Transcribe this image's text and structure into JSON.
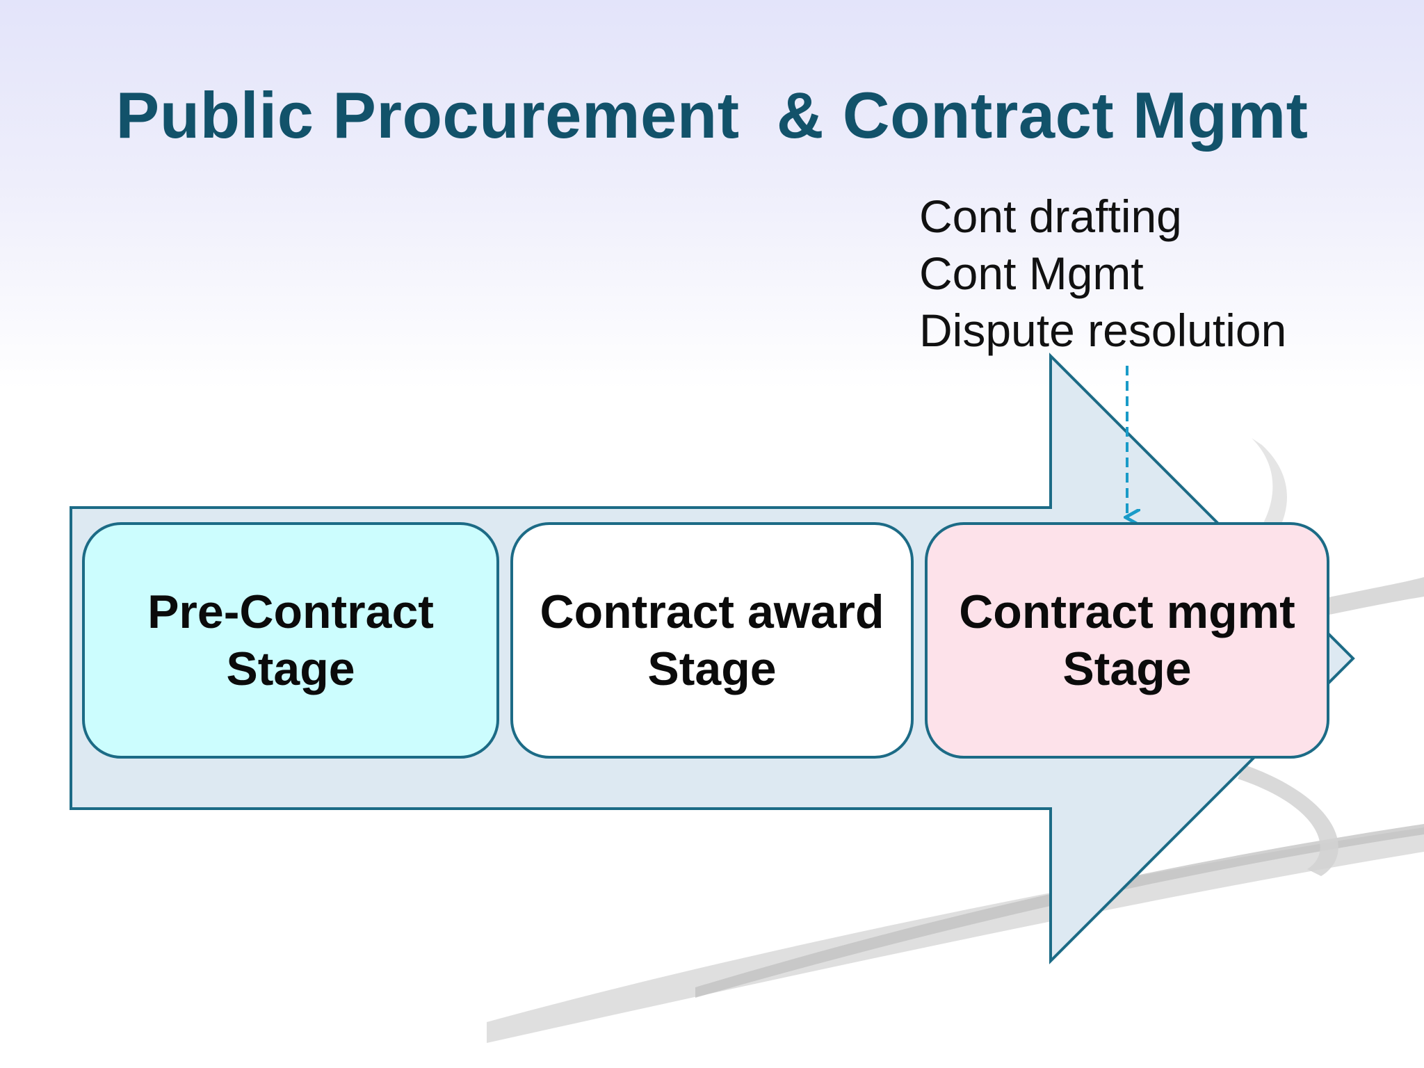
{
  "title": "Public Procurement  & Contract Mgmt",
  "notes": [
    "Cont drafting",
    "Cont Mgmt",
    "Dispute resolution"
  ],
  "stages": [
    {
      "line1": "Pre-Contract",
      "line2": "Stage",
      "fill": "#ccfdfe"
    },
    {
      "line1": "Contract award",
      "line2": "Stage",
      "fill": "#ffffff"
    },
    {
      "line1": "Contract mgmt",
      "line2": "Stage",
      "fill": "#fde2ea"
    }
  ],
  "colors": {
    "title": "#12526a",
    "arrow_fill": "#dde9f2",
    "arrow_stroke": "#1c6b86",
    "pointer": "#1a9bc8"
  }
}
